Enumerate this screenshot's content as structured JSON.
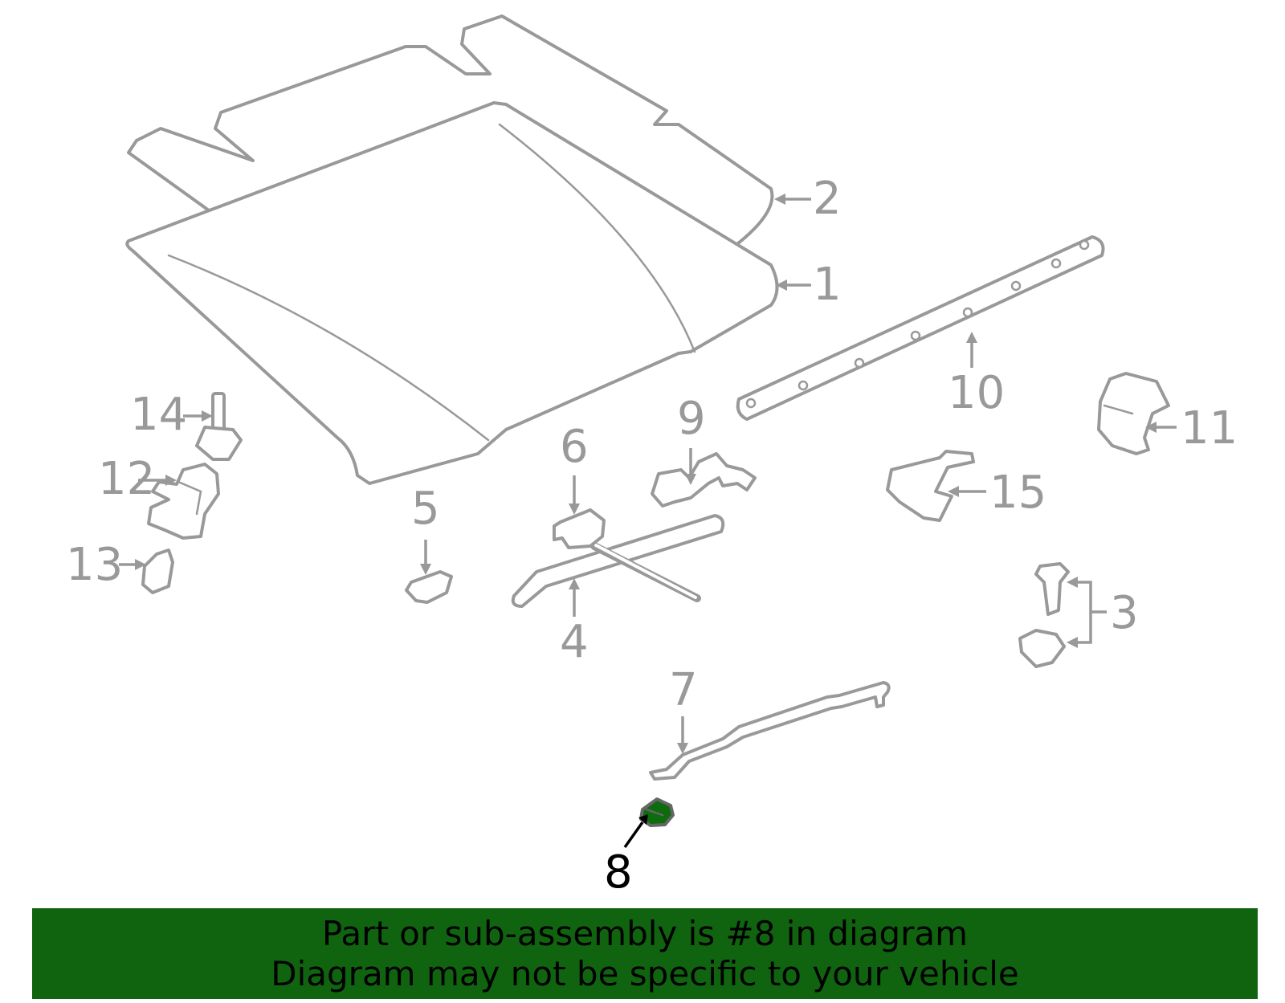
{
  "callouts": {
    "c1": "1",
    "c2": "2",
    "c3": "3",
    "c4": "4",
    "c5": "5",
    "c6": "6",
    "c7": "7",
    "c8": "8",
    "c9": "9",
    "c10": "10",
    "c11": "11",
    "c12": "12",
    "c13": "13",
    "c14": "14",
    "c15": "15"
  },
  "highlighted_part": "8",
  "banner": {
    "line1": "Part or sub-assembly is #8 in diagram",
    "line2": "Diagram may not be specific to your vehicle"
  },
  "colors": {
    "outline": "#999999",
    "highlight": "#0e6b0e",
    "banner_bg": "#106410",
    "active_label": "#000000"
  }
}
